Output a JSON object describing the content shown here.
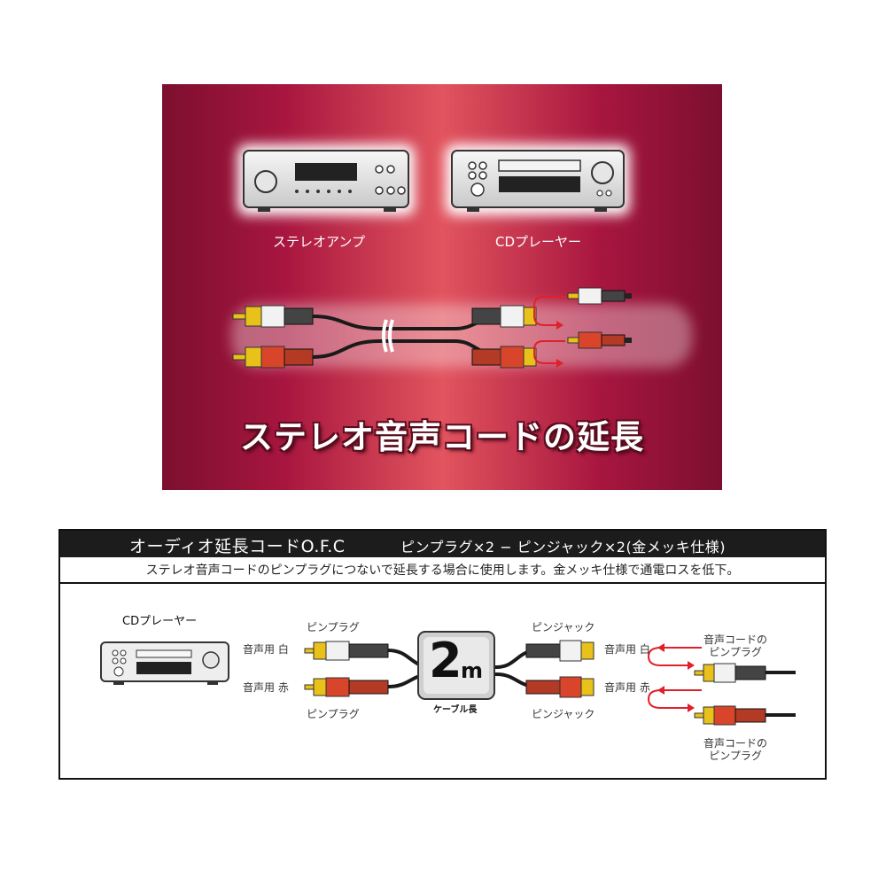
{
  "banner": {
    "amp_label": "ステレオアンプ",
    "cd_label": "CDプレーヤー",
    "title": "ステレオ音声コードの延長"
  },
  "panel": {
    "title": "オーディオ延長コードO.F.C",
    "spec": "ピンプラグ×2 − ピンジャック×2(金メッキ仕様)",
    "description": "ステレオ音声コードのピンプラグにつないで延長する場合に使用します。金メッキ仕様で通電ロスを低下。",
    "cd_player_label": "CDプレーヤー",
    "left_plug_top_label": "ピンプラグ",
    "left_plug_bottom_label": "ピンプラグ",
    "audio_white_left": "音声用 白",
    "audio_red_left": "音声用 赤",
    "length_number": "2",
    "length_unit": "m",
    "length_caption": "ケーブル長",
    "jack_top_label": "ピンジャック",
    "jack_bottom_label": "ピンジャック",
    "audio_white_right": "音声用 白",
    "audio_red_right": "音声用 赤",
    "cord_plug_top": [
      "音声コードの",
      "ピンプラグ"
    ],
    "cord_plug_bottom": [
      "音声コードの",
      "ピンプラグ"
    ]
  },
  "colors": {
    "banner_dark": "#7c0f2f",
    "banner_light": "#e2545e",
    "plug_white": "#f2f2f2",
    "plug_red": "#d9452b",
    "gold": "#e8c21a",
    "arrow_red": "#e0202a",
    "header_black": "#1c1c1c"
  }
}
